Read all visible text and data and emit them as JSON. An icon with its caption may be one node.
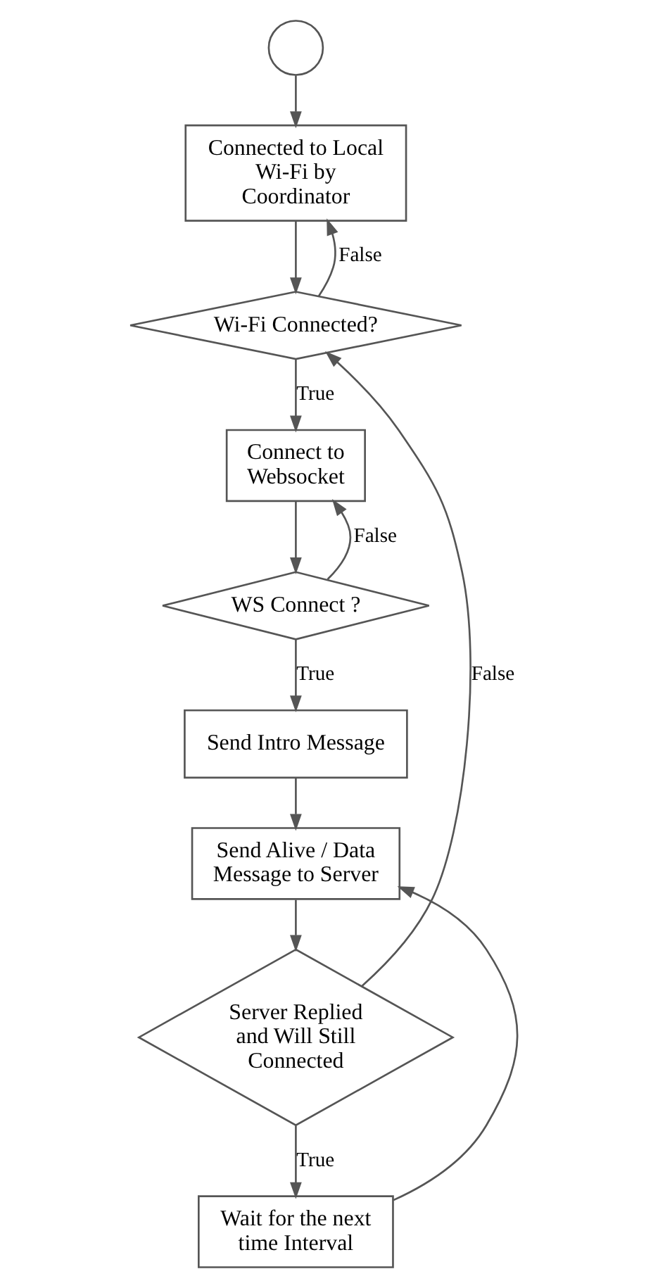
{
  "diagram": {
    "nodes": [
      {
        "text": [],
        "shape": "circle"
      },
      {
        "text": [
          "Connected to Local Wi-Fi by Coordinator"
        ]
      },
      {
        "text": [
          "Wi-Fi Connected?"
        ]
      },
      {
        "text": [
          "Connect to Websocket"
        ]
      },
      {
        "text": [
          "WS Connect ?"
        ]
      },
      {
        "text": [
          "Send Intro Message"
        ]
      },
      {
        "text": [
          "Send Alive / Data Message to Server"
        ]
      },
      {
        "text": [
          "Server Replied and Will Still Connected"
        ]
      },
      {
        "text": [
          "Wait for the next time Interval"
        ]
      }
    ],
    "edges": [
      {
        "from": 0,
        "to": 1,
        "arrow": "to"
      },
      {
        "from": 1,
        "to": 2,
        "arrow": "to"
      },
      {
        "from": 2,
        "to": 1,
        "arrow": "to",
        "label": "False"
      },
      {
        "from": 2,
        "to": 3,
        "arrow": "to",
        "label": "True"
      },
      {
        "from": 3,
        "to": 4,
        "arrow": "to"
      },
      {
        "from": 4,
        "to": 3,
        "arrow": "to",
        "label": "False"
      },
      {
        "from": 4,
        "to": 5,
        "arrow": "to",
        "label": "True"
      },
      {
        "from": 5,
        "to": 6,
        "arrow": "to"
      },
      {
        "from": 6,
        "to": 7,
        "arrow": "to"
      },
      {
        "from": 7,
        "to": 8,
        "arrow": "to",
        "label": "True"
      },
      {
        "from": 8,
        "to": 6,
        "arrow": "to"
      },
      {
        "from": 7,
        "to": 2,
        "arrow": "to",
        "label": "False"
      }
    ]
  }
}
